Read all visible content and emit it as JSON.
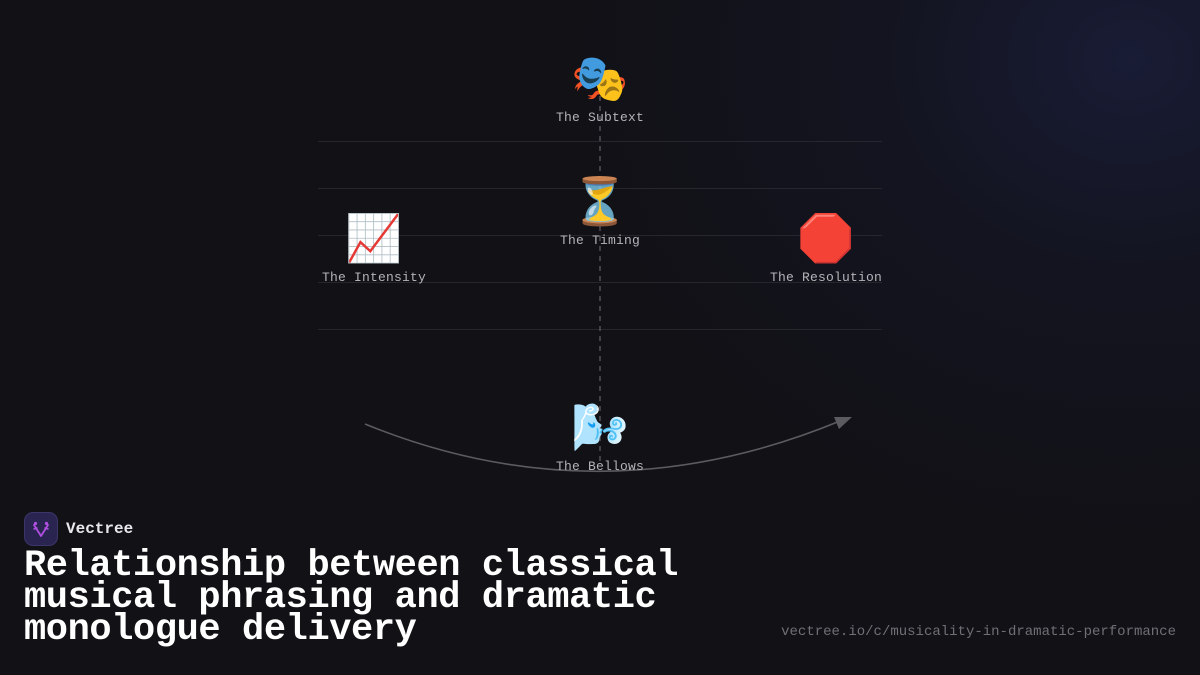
{
  "diagram": {
    "nodes": [
      {
        "id": "subtext",
        "icon": "🎭",
        "icon_name": "performing-arts-masks",
        "label": "The Subtext"
      },
      {
        "id": "timing",
        "icon": "⏳",
        "icon_name": "hourglass",
        "label": "The Timing"
      },
      {
        "id": "intensity",
        "icon": "📈",
        "icon_name": "chart-increasing",
        "label": "The Intensity"
      },
      {
        "id": "resolution",
        "icon": "🛑",
        "icon_name": "stop-sign",
        "label": "The Resolution"
      },
      {
        "id": "bellows",
        "icon": "🌬️",
        "icon_name": "wind-face",
        "label": "The Bellows"
      }
    ],
    "colors": {
      "gridline": "#2a2a30",
      "axis": "#5a5a60",
      "arc": "#5c5c60",
      "label": "#b4b4b8"
    }
  },
  "brand": {
    "name": "Vectree",
    "logo_color": "#b04fe0",
    "logo_bg": "#2a2550"
  },
  "title": "Relationship between classical musical phrasing and dramatic monologue delivery",
  "footer": {
    "url": "vectree.io/c/musicality-in-dramatic-performance"
  }
}
